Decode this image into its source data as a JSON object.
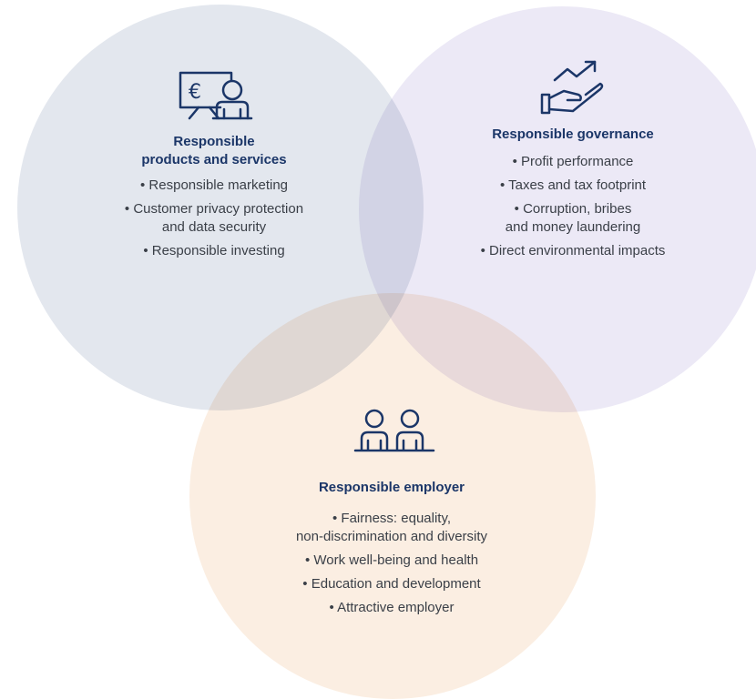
{
  "diagram": {
    "colors": {
      "heading": "#1b3668",
      "icon": "#1b3668",
      "text": "#3a3f47",
      "circle_left": "#e3e7ee",
      "circle_right": "#ece9f6",
      "circle_bottom": "#fbeee2"
    },
    "left": {
      "icon": "monitor-euro-person-icon",
      "icon_glyph": "€",
      "heading_line1": "Responsible",
      "heading_line2": "products and services",
      "items": [
        "Responsible marketing",
        "Customer privacy protection\nand data security",
        "Responsible investing"
      ]
    },
    "right": {
      "icon": "hand-growth-arrow-icon",
      "heading": "Responsible governance",
      "items": [
        "Profit performance",
        "Taxes and tax footprint",
        "Corruption, bribes\nand money laundering",
        "Direct environmental impacts"
      ]
    },
    "bottom": {
      "icon": "two-people-icon",
      "heading": "Responsible employer",
      "items": [
        "Fairness: equality,\nnon-discrimination and diversity",
        "Work well-being and health",
        "Education and development",
        "Attractive employer"
      ]
    }
  }
}
